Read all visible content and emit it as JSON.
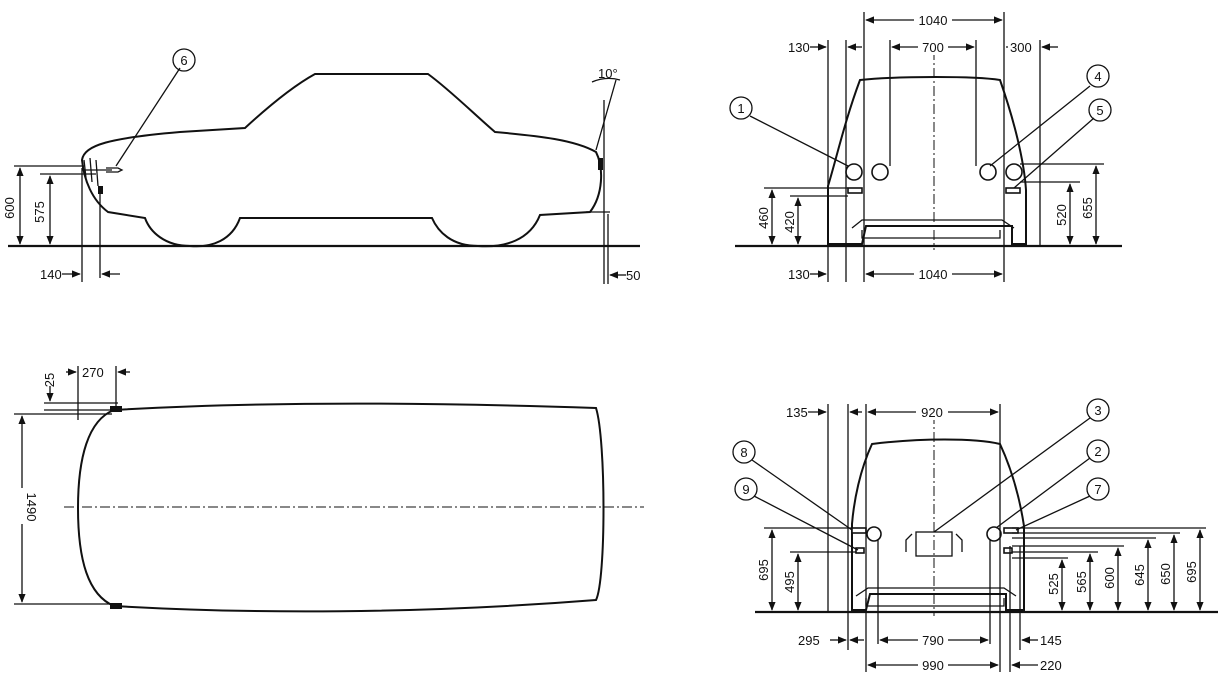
{
  "side_view": {
    "dims": {
      "h600": "600",
      "h575": "575",
      "w140": "140",
      "w50": "50",
      "angle": "10°"
    },
    "callout": "6"
  },
  "front_view": {
    "dims": {
      "w1040_top": "1040",
      "w130_top": "130",
      "w700": "700",
      "w300": "300",
      "w130_bottom": "130",
      "w1040_bottom": "1040",
      "h460": "460",
      "h420": "420",
      "h520": "520",
      "h655": "655"
    },
    "callouts": [
      "1",
      "4",
      "5"
    ]
  },
  "top_view": {
    "dims": {
      "d25": "25",
      "d270": "270",
      "d1490": "1490"
    }
  },
  "rear_view": {
    "dims": {
      "w135": "135",
      "w920": "920",
      "h695_left": "695",
      "h495": "495",
      "w295": "295",
      "w790": "790",
      "w145": "145",
      "w990": "990",
      "w220": "220",
      "h525": "525",
      "h565": "565",
      "h600": "600",
      "h645": "645",
      "h650": "650",
      "h695_right": "695"
    },
    "callouts": [
      "8",
      "9",
      "3",
      "2",
      "7"
    ]
  }
}
